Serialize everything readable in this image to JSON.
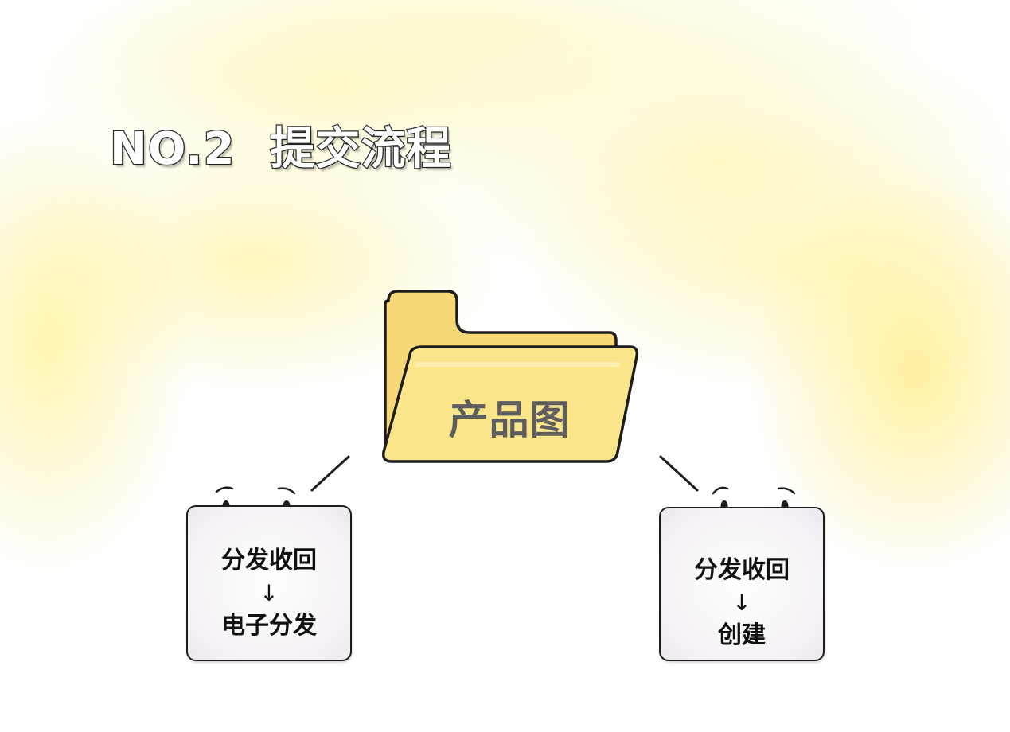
{
  "title": {
    "number": "NO.2",
    "text": "提交流程"
  },
  "folder": {
    "label": "产品图",
    "icon": "folder-icon"
  },
  "cards": [
    {
      "top": "分发收回",
      "arrow": "↓",
      "bottom": "电子分发"
    },
    {
      "top": "分发收回",
      "arrow": "↓",
      "bottom": "创建"
    }
  ],
  "colors": {
    "folder_fill": "#fbe58a",
    "outline": "#1d1d1d",
    "label": "#5e5e5e",
    "background_tint": "#fff3b0"
  }
}
